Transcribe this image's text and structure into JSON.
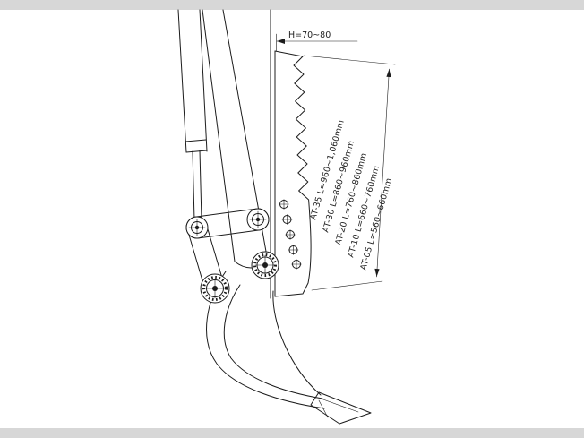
{
  "page": {
    "background_color": "#ffffff",
    "frame_color": "#d7d7d7",
    "line_color": "#1c1c1c"
  },
  "drawing": {
    "subject": "excavator-arm-ripper-attachment-side-view",
    "top_dimension_label": "H=70~80",
    "attachment_size_labels": [
      "AT-35 L=960~1,060mm",
      "AT-30 L=860~960mm",
      "AT-20 L=760~860mm",
      "AT-10 L=660~760mm",
      "AT-05 L=560~660mm"
    ]
  }
}
